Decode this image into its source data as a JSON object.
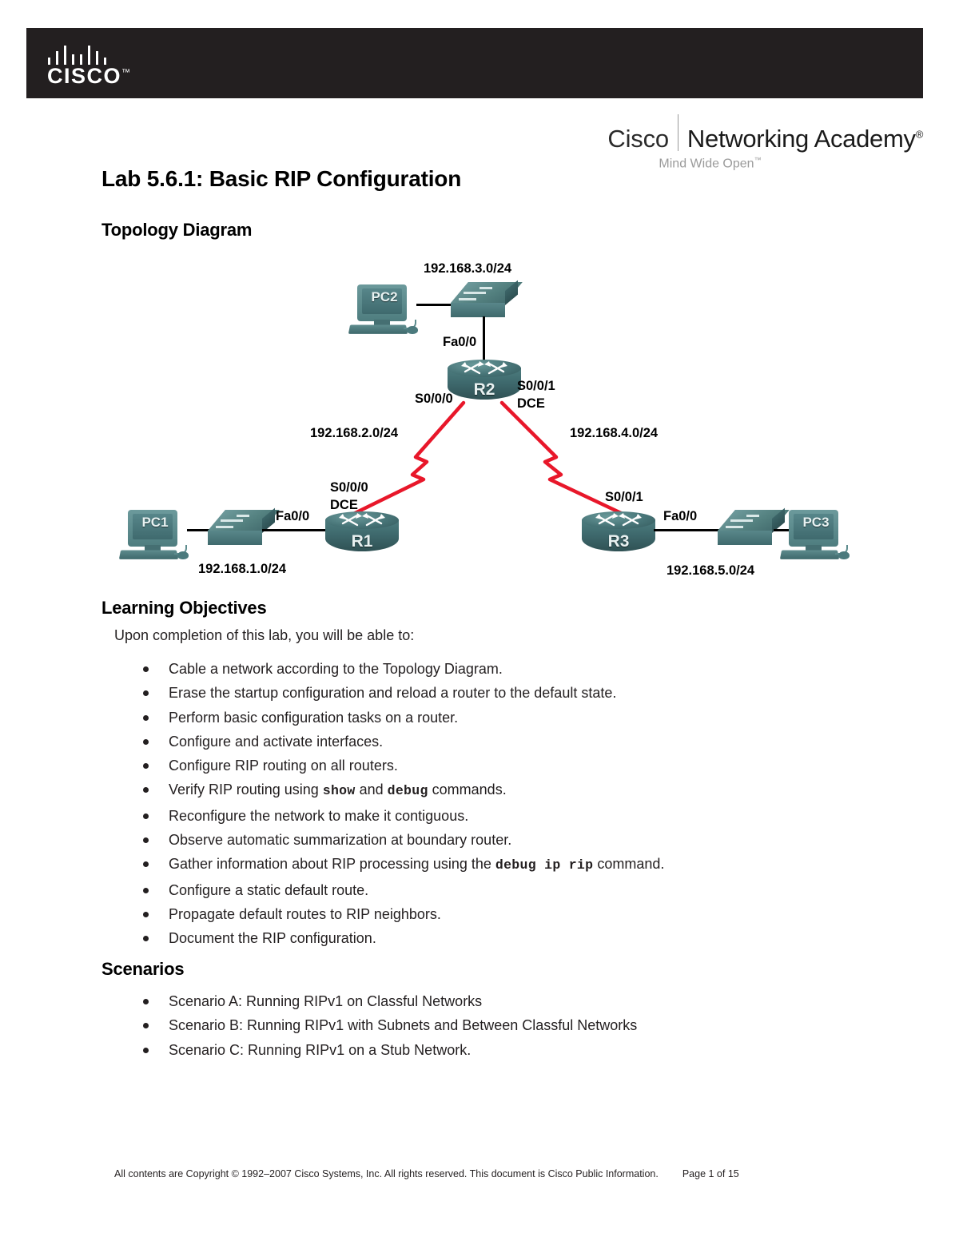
{
  "banner": {
    "logo_name": "cisco-logo",
    "wordmark": "CISCO",
    "tm": "™"
  },
  "academy": {
    "cisco": "Cisco",
    "name": "Networking Academy",
    "registered": "®",
    "tagline": "Mind Wide Open",
    "tagline_tm": "™"
  },
  "document": {
    "title": "Lab 5.6.1: Basic RIP Configuration",
    "sections": {
      "topology": "Topology Diagram",
      "objectives": "Learning Objectives",
      "scenarios": "Scenarios"
    },
    "intro": "Upon completion of this lab, you will be able to:"
  },
  "objectives": [
    {
      "text": "Cable a network according to the Topology Diagram."
    },
    {
      "text": "Erase the startup configuration and reload a router to the default state."
    },
    {
      "text": "Perform basic configuration tasks on a router."
    },
    {
      "text": "Configure and activate interfaces."
    },
    {
      "text": "Configure RIP routing on all routers."
    },
    {
      "pre": "Verify RIP routing using ",
      "code": "show",
      "mid": " and ",
      "code2": "debug",
      "post": " commands."
    },
    {
      "text": "Reconfigure the network to make it contiguous."
    },
    {
      "text": "Observe automatic summarization at boundary router."
    },
    {
      "pre": "Gather information about RIP processing using the ",
      "code": "debug ip rip",
      "post": " command."
    },
    {
      "text": "Configure a static default route."
    },
    {
      "text": "Propagate default routes to RIP neighbors."
    },
    {
      "text": "Document the RIP configuration."
    }
  ],
  "scenarios": [
    {
      "text": "Scenario A: Running RIPv1 on Classful Networks"
    },
    {
      "text": "Scenario B: Running RIPv1 with Subnets and Between Classful Networks"
    },
    {
      "text": "Scenario C: Running RIPv1 on a Stub Network."
    }
  ],
  "topology": {
    "devices": {
      "pc1": "PC1",
      "pc2": "PC2",
      "pc3": "PC3",
      "r1": "R1",
      "r2": "R2",
      "r3": "R3"
    },
    "networks": {
      "net1": "192.168.1.0/24",
      "net2": "192.168.2.0/24",
      "net3": "192.168.3.0/24",
      "net4": "192.168.4.0/24",
      "net5": "192.168.5.0/24"
    },
    "interfaces": {
      "r1_fa00": "Fa0/0",
      "r1_s000": "S0/0/0",
      "r1_s000_dce": "DCE",
      "r2_fa00": "Fa0/0",
      "r2_s000": "S0/0/0",
      "r2_s001": "S0/0/1",
      "r2_s001_dce": "DCE",
      "r3_s001": "S0/0/1",
      "r3_fa00": "Fa0/0"
    },
    "colors": {
      "device_teal": "#3f6a6e",
      "serial_red": "#e8172a",
      "ethernet_black": "#000000"
    }
  },
  "footer": {
    "copyright": "All contents are Copyright © 1992–2007 Cisco Systems, Inc. All rights reserved. This document is Cisco Public Information.",
    "page": "Page 1 of 15"
  }
}
